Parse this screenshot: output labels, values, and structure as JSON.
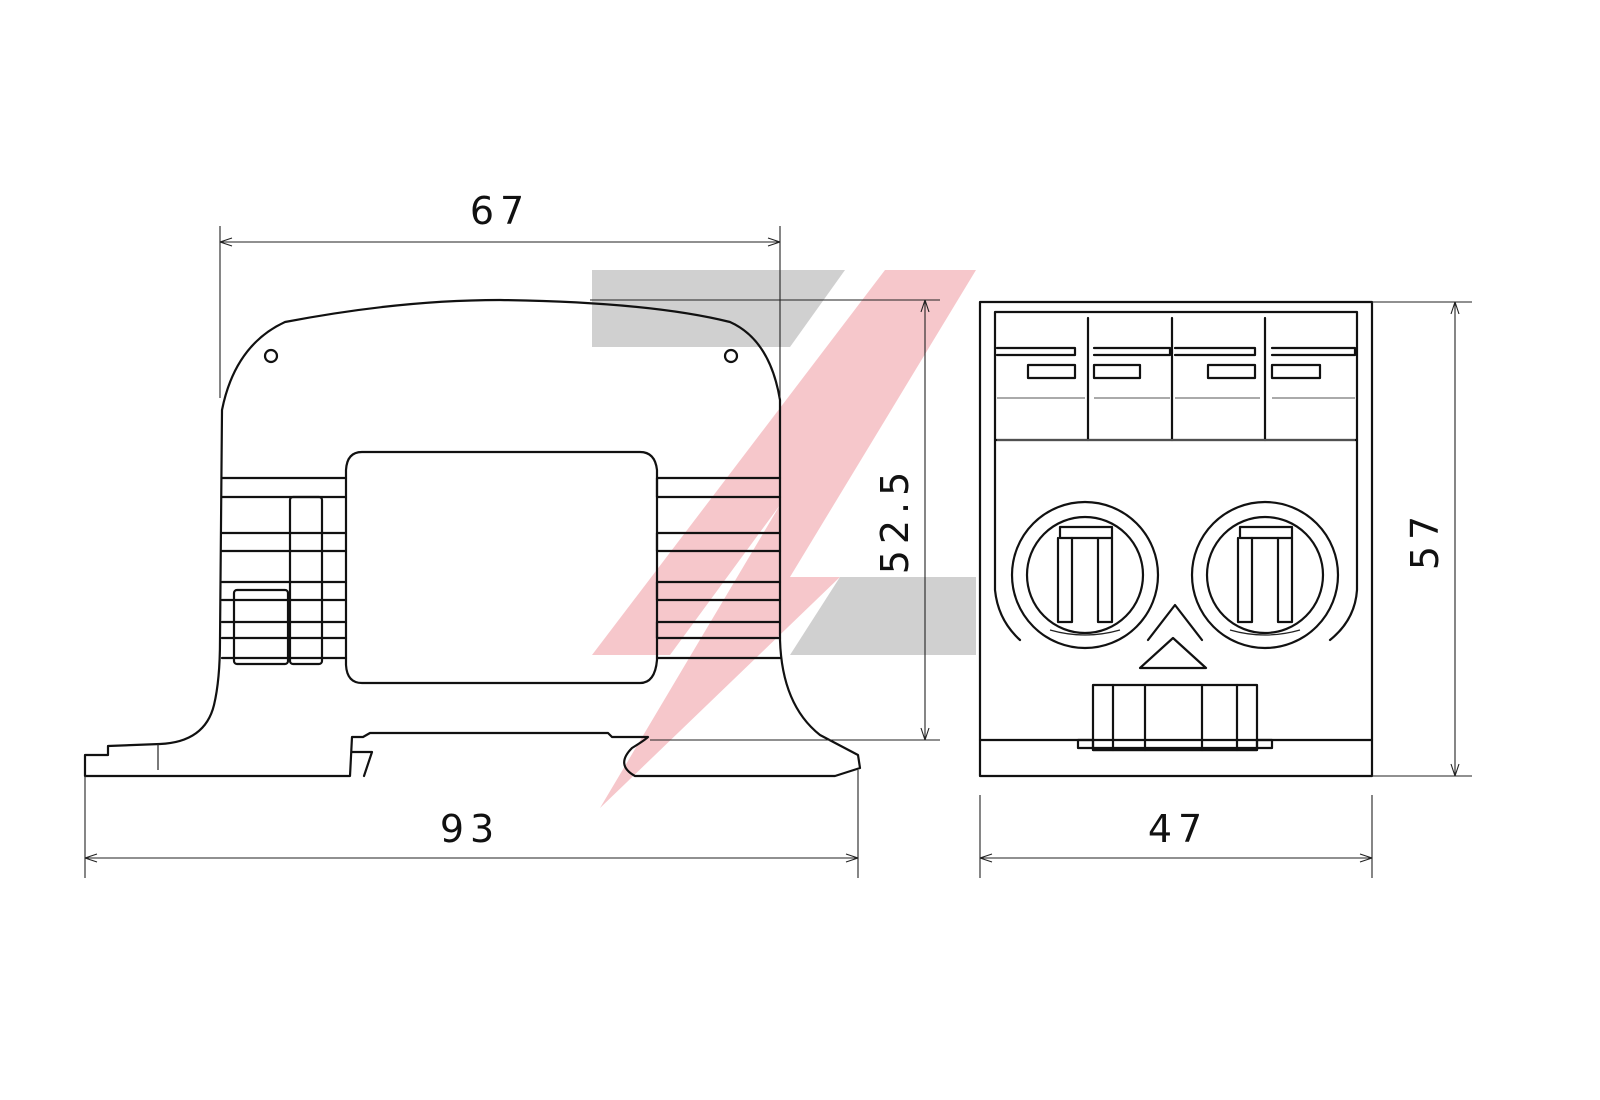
{
  "drawing": {
    "views": [
      "side-view",
      "front-view"
    ],
    "dimensions": {
      "top_width": "67",
      "base_width": "93",
      "body_height": "52.5",
      "front_height": "57",
      "front_width": "47"
    },
    "colors": {
      "line": "#111111",
      "watermark_grey": "#c8c8c8",
      "watermark_red": "#f2a7ad"
    }
  }
}
